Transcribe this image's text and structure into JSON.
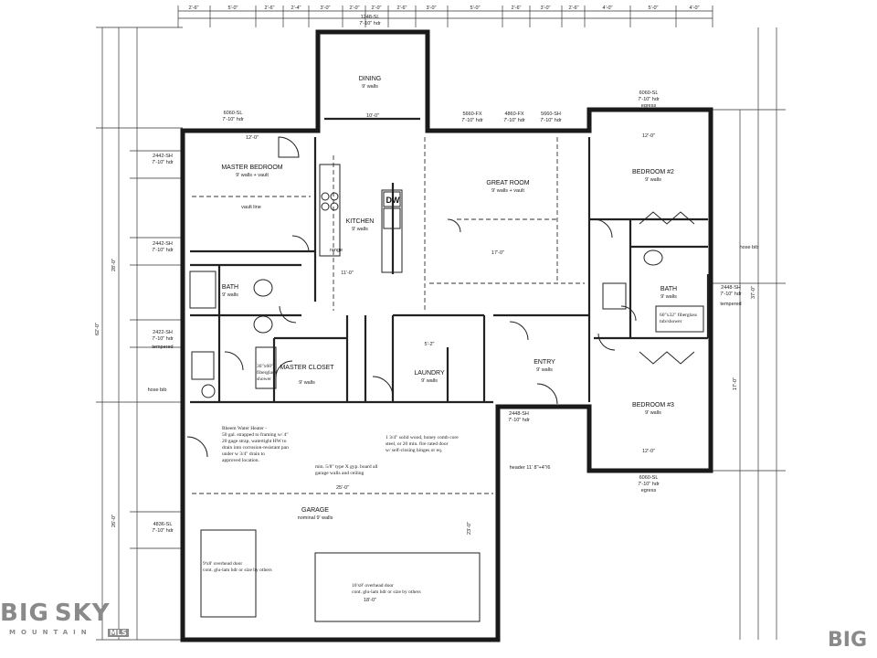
{
  "rooms": {
    "dining": {
      "name": "DINING",
      "walls": "9' walls"
    },
    "master_bedroom": {
      "name": "MASTER BEDROOM",
      "walls": "9' walls + vault"
    },
    "kitchen": {
      "name": "KITCHEN",
      "walls": "9' walls"
    },
    "great_room": {
      "name": "GREAT ROOM",
      "walls": "9' walls + vault"
    },
    "bedroom2": {
      "name": "BEDROOM #2",
      "walls": "9' walls"
    },
    "bath_master": {
      "name": "BATH",
      "walls": "9' walls"
    },
    "bath2": {
      "name": "BATH",
      "walls": "9' walls"
    },
    "master_closet": {
      "name": "MASTER CLOSET",
      "walls": "9' walls"
    },
    "laundry": {
      "name": "LAUNDRY",
      "walls": "9' walls"
    },
    "entry": {
      "name": "ENTRY",
      "walls": "9' walls"
    },
    "bedroom3": {
      "name": "BEDROOM #3",
      "walls": "9' walls"
    },
    "garage": {
      "name": "GARAGE",
      "walls": "nominal 9' walls"
    }
  },
  "labels": {
    "dw": "DW",
    "range": "range",
    "vault_line": "vault line",
    "hose_bib_left": "hose bib",
    "hose_bib_right": "hose bib",
    "tempered_left": "tempered",
    "tempered_right": "tempered",
    "egress_top": "egress",
    "egress_bottom": "egress"
  },
  "windows": {
    "dining_top": "1248-SL",
    "dining_top_hdr": "7'-10\" hdr",
    "master_top": "6060-SL",
    "master_top_hdr": "7'-10\" hdr",
    "master_left1": "2442-SH",
    "master_left1_hdr": "7'-10\" hdr",
    "master_left2": "2442-SH",
    "master_left2_hdr": "7'-10\" hdr",
    "bath_left": "2422-SH",
    "bath_left_hdr": "7'-10\" hdr",
    "great_top1": "5660-FX",
    "great_top1_hdr": "7'-10\" hdr",
    "great_top2": "4860-FX",
    "great_top2_hdr": "7'-10\" hdr",
    "great_top3": "5660-SH",
    "great_top3_hdr": "7'-10\" hdr",
    "bed2_top": "6060-SL",
    "bed2_top_hdr": "7'-10\" hdr",
    "bath2_right": "2448-SH",
    "bath2_right_hdr": "7'-10\" hdr",
    "entry_side": "2448-SH",
    "entry_side_hdr": "7'-10\" hdr",
    "bed3_bottom": "6060-SL",
    "bed3_bottom_hdr": "7'-10\" hdr",
    "garage_left": "4836-SL",
    "garage_left_hdr": "7'-10\" hdr",
    "header_line": "header 11' 8\"+4\"/6"
  },
  "notes": {
    "water_heater": [
      "Rheem Water Heater -",
      "50 gal. strapped to framing w/ 4\"",
      "20 gage strap, watertight HW to",
      "drain into corrosion-resistant pan",
      "under w 3/4\" drain to",
      "approved location."
    ],
    "door_note": [
      "1 3/4\" solid wood, honey comb core",
      "steel, or 20 min. fire rated door",
      "w/ self-closing hinges or eq."
    ],
    "garage_wall": [
      "min. 5/8\" type X gyp. board all",
      "garage walls and ceiling"
    ],
    "overhead_left": [
      "9'x8' overhead door",
      "cont. glu-lam hdr or size by others"
    ],
    "overhead_right": [
      "16'x8' overhead door",
      "cont. glu-lam hdr or size by others"
    ],
    "shower_note": [
      "30\"x60\"",
      "fiberglass",
      "shower"
    ],
    "tub_note": [
      "60\"x32\" fiberglass",
      "tub/shower"
    ]
  },
  "dimensions": {
    "top": [
      "2'-6\"",
      "5'-0\"",
      "2'-6\"",
      "2'-4\"",
      "3'-0\"",
      "2'-0\"",
      "2'-0\"",
      "2'-6\"",
      "3'-0\"",
      "5'-0\"",
      "2'-6\"",
      "3'-0\"",
      "2'-6\"",
      "4'-0\"",
      "5'-0\"",
      "4'-0\""
    ],
    "left_overall": "62'-0\"",
    "left_upper": "28'-0\"",
    "left_lower": "26'-0\"",
    "right_overall": "37'-0\"",
    "right_lower": "17'-0\"",
    "garage_width": "25'-0\"",
    "garage_depth": "23'-0\"",
    "bottom_total": "18'-0\"",
    "great_room_width": "17'-0\"",
    "master_width": "12'-0\"",
    "bed2_width": "12'-0\"",
    "bed3_width": "12'-0\"",
    "dining_width": "10'-0\"",
    "kitchen_dim": "11'-0\"",
    "entry_dim": "5'-2\""
  },
  "logos": {
    "left_big": "BIG",
    "left_sky": "SKY",
    "left_sub": "MOUNTAIN",
    "mls": "MLS",
    "right_big": "BIG"
  }
}
